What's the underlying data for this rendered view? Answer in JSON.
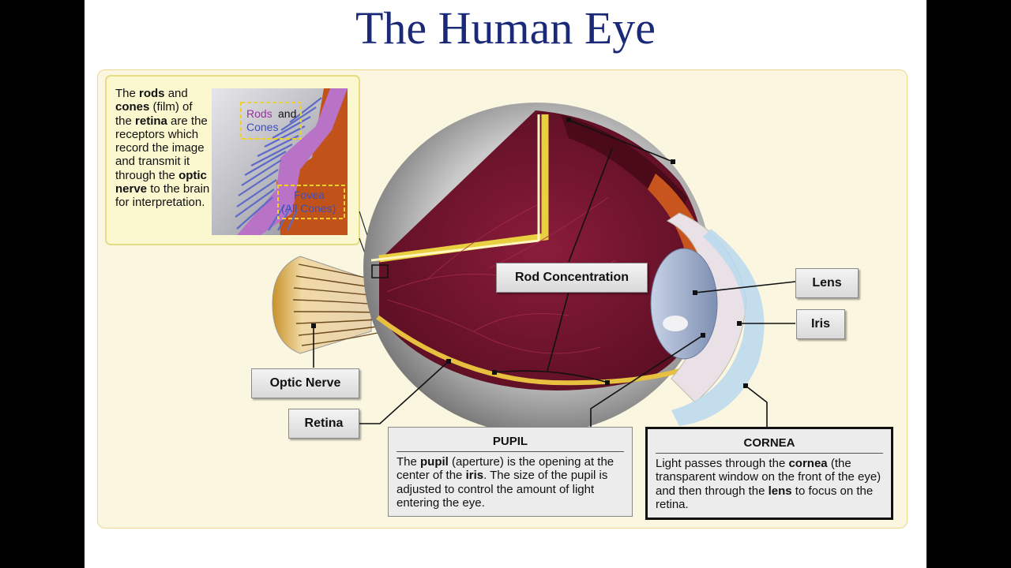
{
  "title": "The Human Eye",
  "callout": {
    "parts": [
      {
        "t": "The ",
        "b": false
      },
      {
        "t": "rods",
        "b": true
      },
      {
        "t": " and ",
        "b": false
      },
      {
        "t": "cones",
        "b": true
      },
      {
        "t": " (film) of the ",
        "b": false
      },
      {
        "t": "retina",
        "b": true
      },
      {
        "t": " are the receptors which record the image and transmit it through the ",
        "b": false
      },
      {
        "t": "optic nerve",
        "b": true
      },
      {
        "t": " to the brain for interpretation.",
        "b": false
      }
    ],
    "inset_rods": "Rods",
    "inset_and": "and",
    "inset_cones": "Cones",
    "inset_fovea": "Fovea",
    "inset_all_cones": "(All Cones)"
  },
  "labels": {
    "rod_concentration": "Rod Concentration",
    "lens": "Lens",
    "iris": "Iris",
    "optic_nerve": "Optic Nerve",
    "retina": "Retina"
  },
  "pupil": {
    "heading": "PUPIL",
    "parts": [
      {
        "t": "The ",
        "b": false
      },
      {
        "t": "pupil",
        "b": true
      },
      {
        "t": " (aperture) is the opening at the center of the ",
        "b": false
      },
      {
        "t": "iris",
        "b": true
      },
      {
        "t": ". The size of the pupil is adjusted to control the amount of light entering the eye.",
        "b": false
      }
    ]
  },
  "cornea": {
    "heading": "CORNEA",
    "parts": [
      {
        "t": "Light passes through the ",
        "b": false
      },
      {
        "t": "cornea",
        "b": true
      },
      {
        "t": " (the transparent window on the front of the eye) and then through the ",
        "b": false
      },
      {
        "t": "lens",
        "b": true
      },
      {
        "t": " to focus on the retina.",
        "b": false
      }
    ]
  }
}
